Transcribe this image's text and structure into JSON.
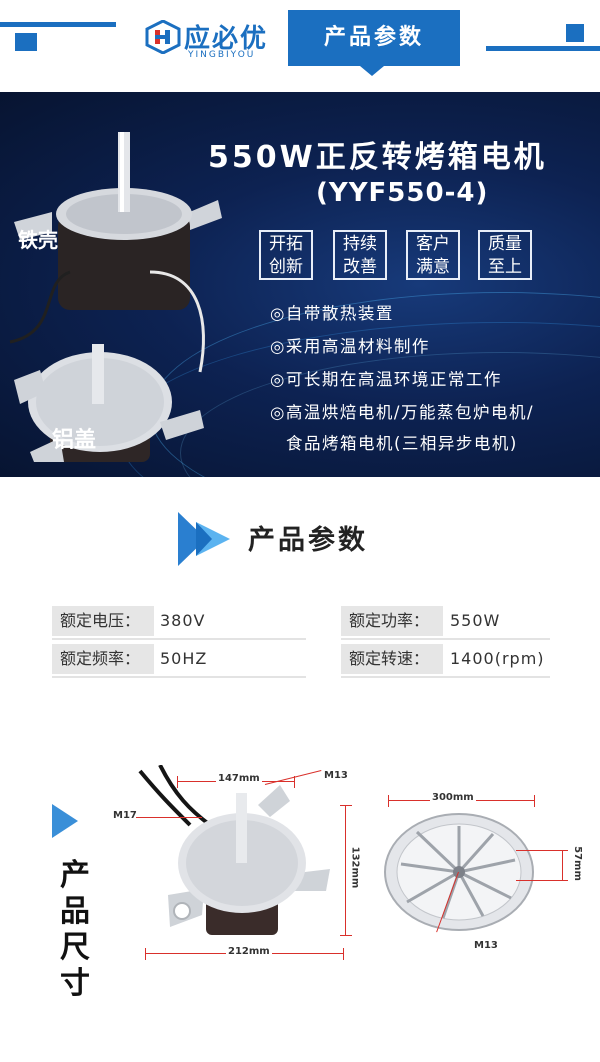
{
  "header": {
    "logo_text": "应必优",
    "logo_sub": "YINGBIYOU",
    "title": "产品参数"
  },
  "banner": {
    "label_iron": "铁壳",
    "label_alu": "铝盖",
    "title": "550W正反转烤箱电机",
    "model": "(YYF550-4)",
    "badges": [
      {
        "line1": "开拓",
        "line2": "创新"
      },
      {
        "line1": "持续",
        "line2": "改善"
      },
      {
        "line1": "客户",
        "line2": "满意"
      },
      {
        "line1": "质量",
        "line2": "至上"
      }
    ],
    "features": [
      "◎自带散热装置",
      "◎采用高温材料制作",
      "◎可长期在高温环境正常工作",
      "◎高温烘焙电机/万能蒸包炉电机/",
      "食品烤箱电机(三相异步电机)"
    ]
  },
  "section_title": "产品参数",
  "specs": [
    {
      "label": "额定电压：",
      "value": "380V"
    },
    {
      "label": "额定功率：",
      "value": "550W"
    },
    {
      "label": "额定频率：",
      "value": "50HZ"
    },
    {
      "label": "额定转速：",
      "value": "1400(rpm)"
    }
  ],
  "dimensions": {
    "heading_chars": [
      "产",
      "品",
      "尺",
      "寸"
    ],
    "labels": {
      "width_top": "147mm",
      "m13_top": "M13",
      "m17": "M17",
      "height": "132mm",
      "width_bottom": "212mm",
      "fan_diameter": "300mm",
      "fan_depth": "57mm",
      "m13_fan": "M13"
    }
  },
  "colors": {
    "brand_blue": "#1b6fc0",
    "dimension_red": "#d9302b",
    "banner_dark": "#0d2252"
  }
}
